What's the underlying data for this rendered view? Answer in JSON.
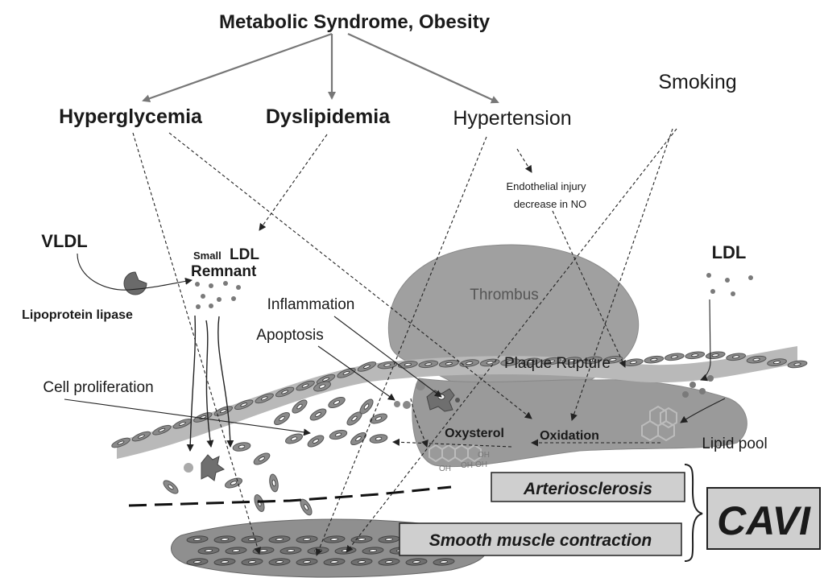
{
  "title": "Metabolic Syndrome, Obesity",
  "risk_factors": {
    "hyperglycemia": "Hyperglycemia",
    "dyslipidemia": "Dyslipidemia",
    "hypertension": "Hypertension",
    "smoking": "Smoking"
  },
  "endothelial": {
    "line1": "Endothelial injury",
    "line2": "decrease in NO"
  },
  "lipids": {
    "vldl": "VLDL",
    "small": "Small",
    "ldl_small": "LDL",
    "remnant": "Remnant",
    "ldl": "LDL",
    "lipase": "Lipoprotein lipase"
  },
  "processes": {
    "inflammation": "Inflammation",
    "apoptosis": "Apoptosis",
    "cell_proliferation": "Cell proliferation",
    "thrombus": "Thrombus",
    "plaque_rupture": "Plaque Rupture",
    "oxysterol": "Oxysterol",
    "oxidation": "Oxidation",
    "lipid_pool": "Lipid pool",
    "oh": "OH"
  },
  "outcomes": {
    "arteriosclerosis": "Arteriosclerosis",
    "smooth_muscle": "Smooth muscle contraction",
    "cavi": "CAVI"
  },
  "colors": {
    "background": "#ffffff",
    "thrombus_fill": "#9a9a9a",
    "box_fill": "#cfcfcf",
    "text": "#1a1a1a"
  }
}
